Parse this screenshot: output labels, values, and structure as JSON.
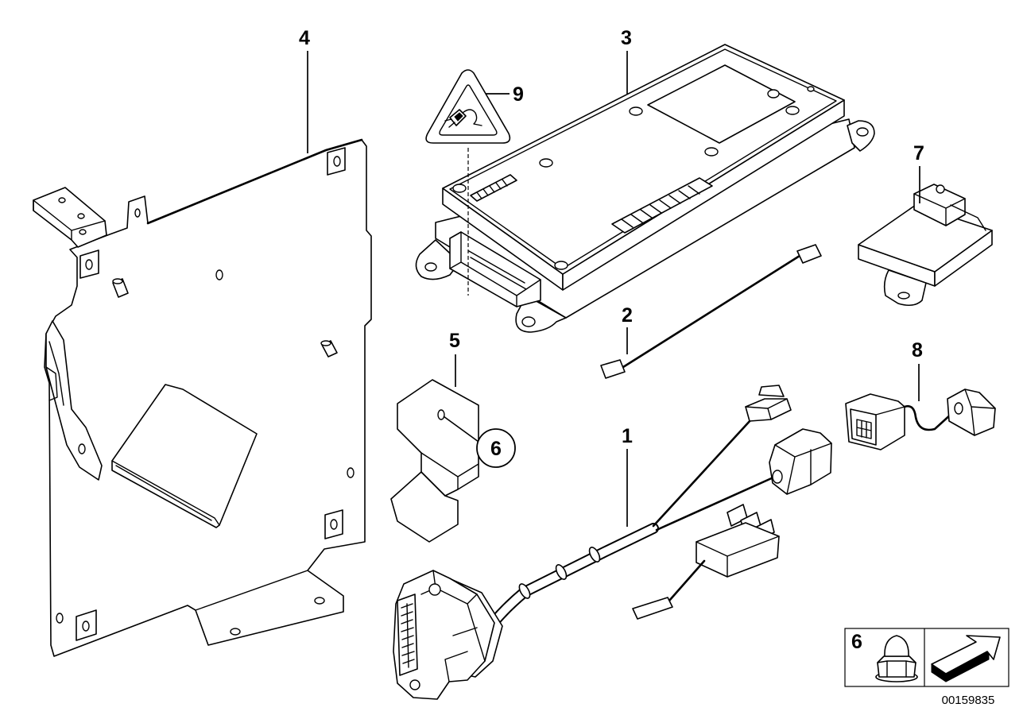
{
  "labels": {
    "part_1": "1",
    "part_2": "2",
    "part_3": "3",
    "part_4": "4",
    "part_5": "5",
    "part_6": "6",
    "part_7": "7",
    "part_8": "8",
    "part_9": "9"
  },
  "inset": {
    "label": "6",
    "icons": [
      "nut-icon",
      "arrow-icon"
    ]
  },
  "image_number": "00159835",
  "colors": {
    "line": "#000000",
    "background": "#ffffff"
  }
}
